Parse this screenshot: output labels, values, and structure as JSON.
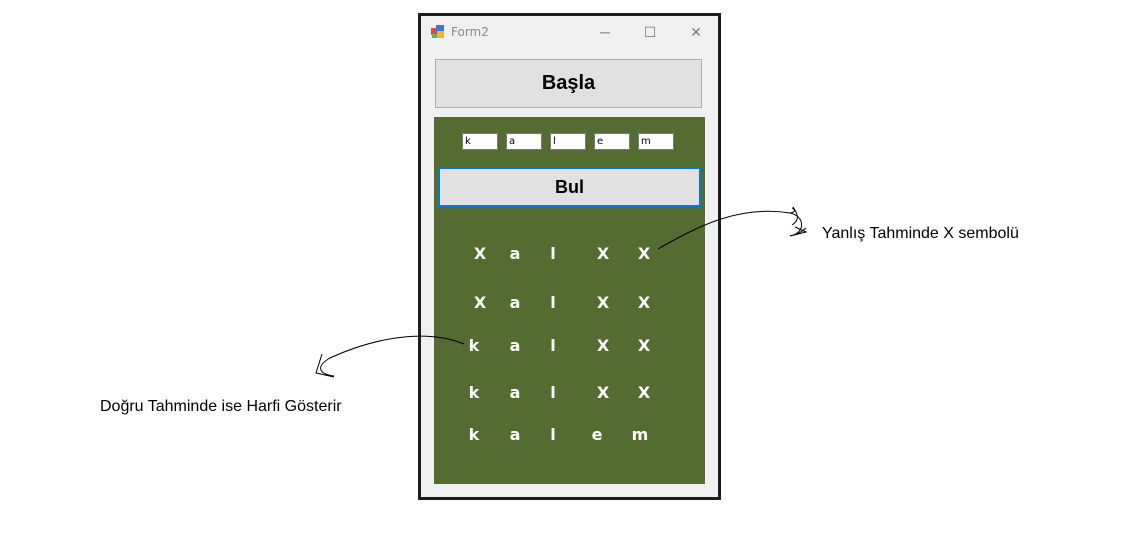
{
  "window": {
    "title": "Form2",
    "minimize_glyph": "─",
    "maximize_glyph": "☐",
    "close_glyph": "✕"
  },
  "start_button": {
    "label": "Başla"
  },
  "letter_inputs": [
    "k",
    "a",
    "l",
    "e",
    "m"
  ],
  "find_button": {
    "label": "Bul"
  },
  "guess_rows": [
    [
      "X",
      "a",
      "l",
      "X",
      "X"
    ],
    [
      "X",
      "a",
      "l",
      "X",
      "X"
    ],
    [
      "k",
      "a",
      "l",
      "X",
      "X"
    ],
    [
      "k",
      "a",
      "l",
      "X",
      "X"
    ],
    [
      "k",
      "a",
      "l",
      "e",
      "m"
    ]
  ],
  "annotations": {
    "wrong_guess": "Yanlış Tahminde X sembolü",
    "correct_guess": "Doğru Tahminde ise Harfi Gösterir"
  },
  "colors": {
    "panel": "#546b31",
    "focus_border": "#0078d7",
    "button_bg": "#e1e1e1"
  }
}
